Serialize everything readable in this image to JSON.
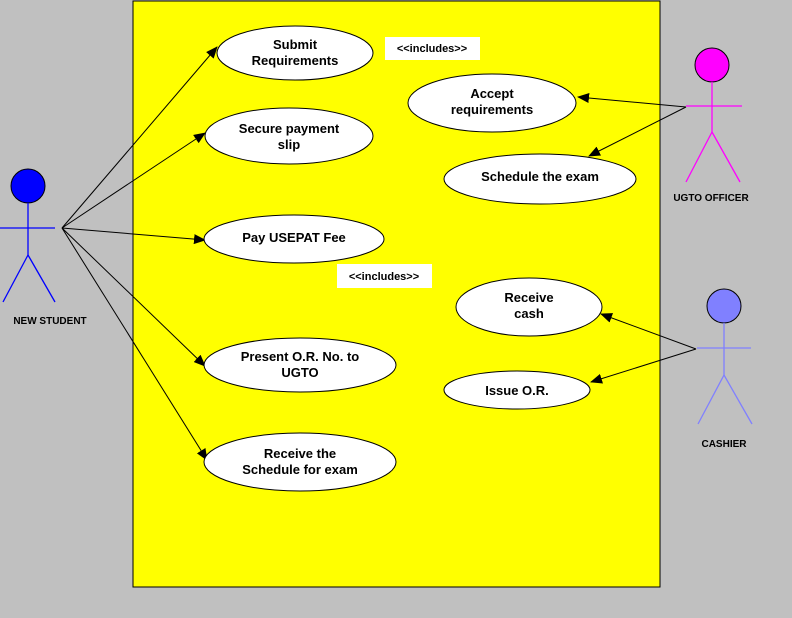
{
  "colors": {
    "background": "#c0c0c0",
    "system_boundary": "#ffff00",
    "use_case_fill": "#ffffff",
    "new_student": "#0000ff",
    "ugto_officer": "#ff00ff",
    "cashier": "#8080ff"
  },
  "actors": {
    "new_student": {
      "label": "NEW STUDENT"
    },
    "ugto_officer": {
      "label": "UGTO OFFICER"
    },
    "cashier": {
      "label": "CASHIER"
    }
  },
  "use_cases": {
    "submit_requirements": {
      "line1": "Submit",
      "line2": "Requirements"
    },
    "secure_payment_slip": {
      "line1": "Secure payment",
      "line2": "slip"
    },
    "pay_usepat_fee": {
      "line1": "Pay USEPAT Fee"
    },
    "present_or_no": {
      "line1": "Present O.R. No. to",
      "line2": "UGTO"
    },
    "receive_schedule": {
      "line1": "Receive the",
      "line2": "Schedule for exam"
    },
    "accept_requirements": {
      "line1": "Accept",
      "line2": "requirements"
    },
    "schedule_exam": {
      "line1": "Schedule the exam"
    },
    "receive_cash": {
      "line1": "Receive",
      "line2": "cash"
    },
    "issue_or": {
      "line1": "Issue O.R."
    }
  },
  "notes": {
    "includes_top": "<<includes>>",
    "includes_middle": "<<includes>>"
  }
}
